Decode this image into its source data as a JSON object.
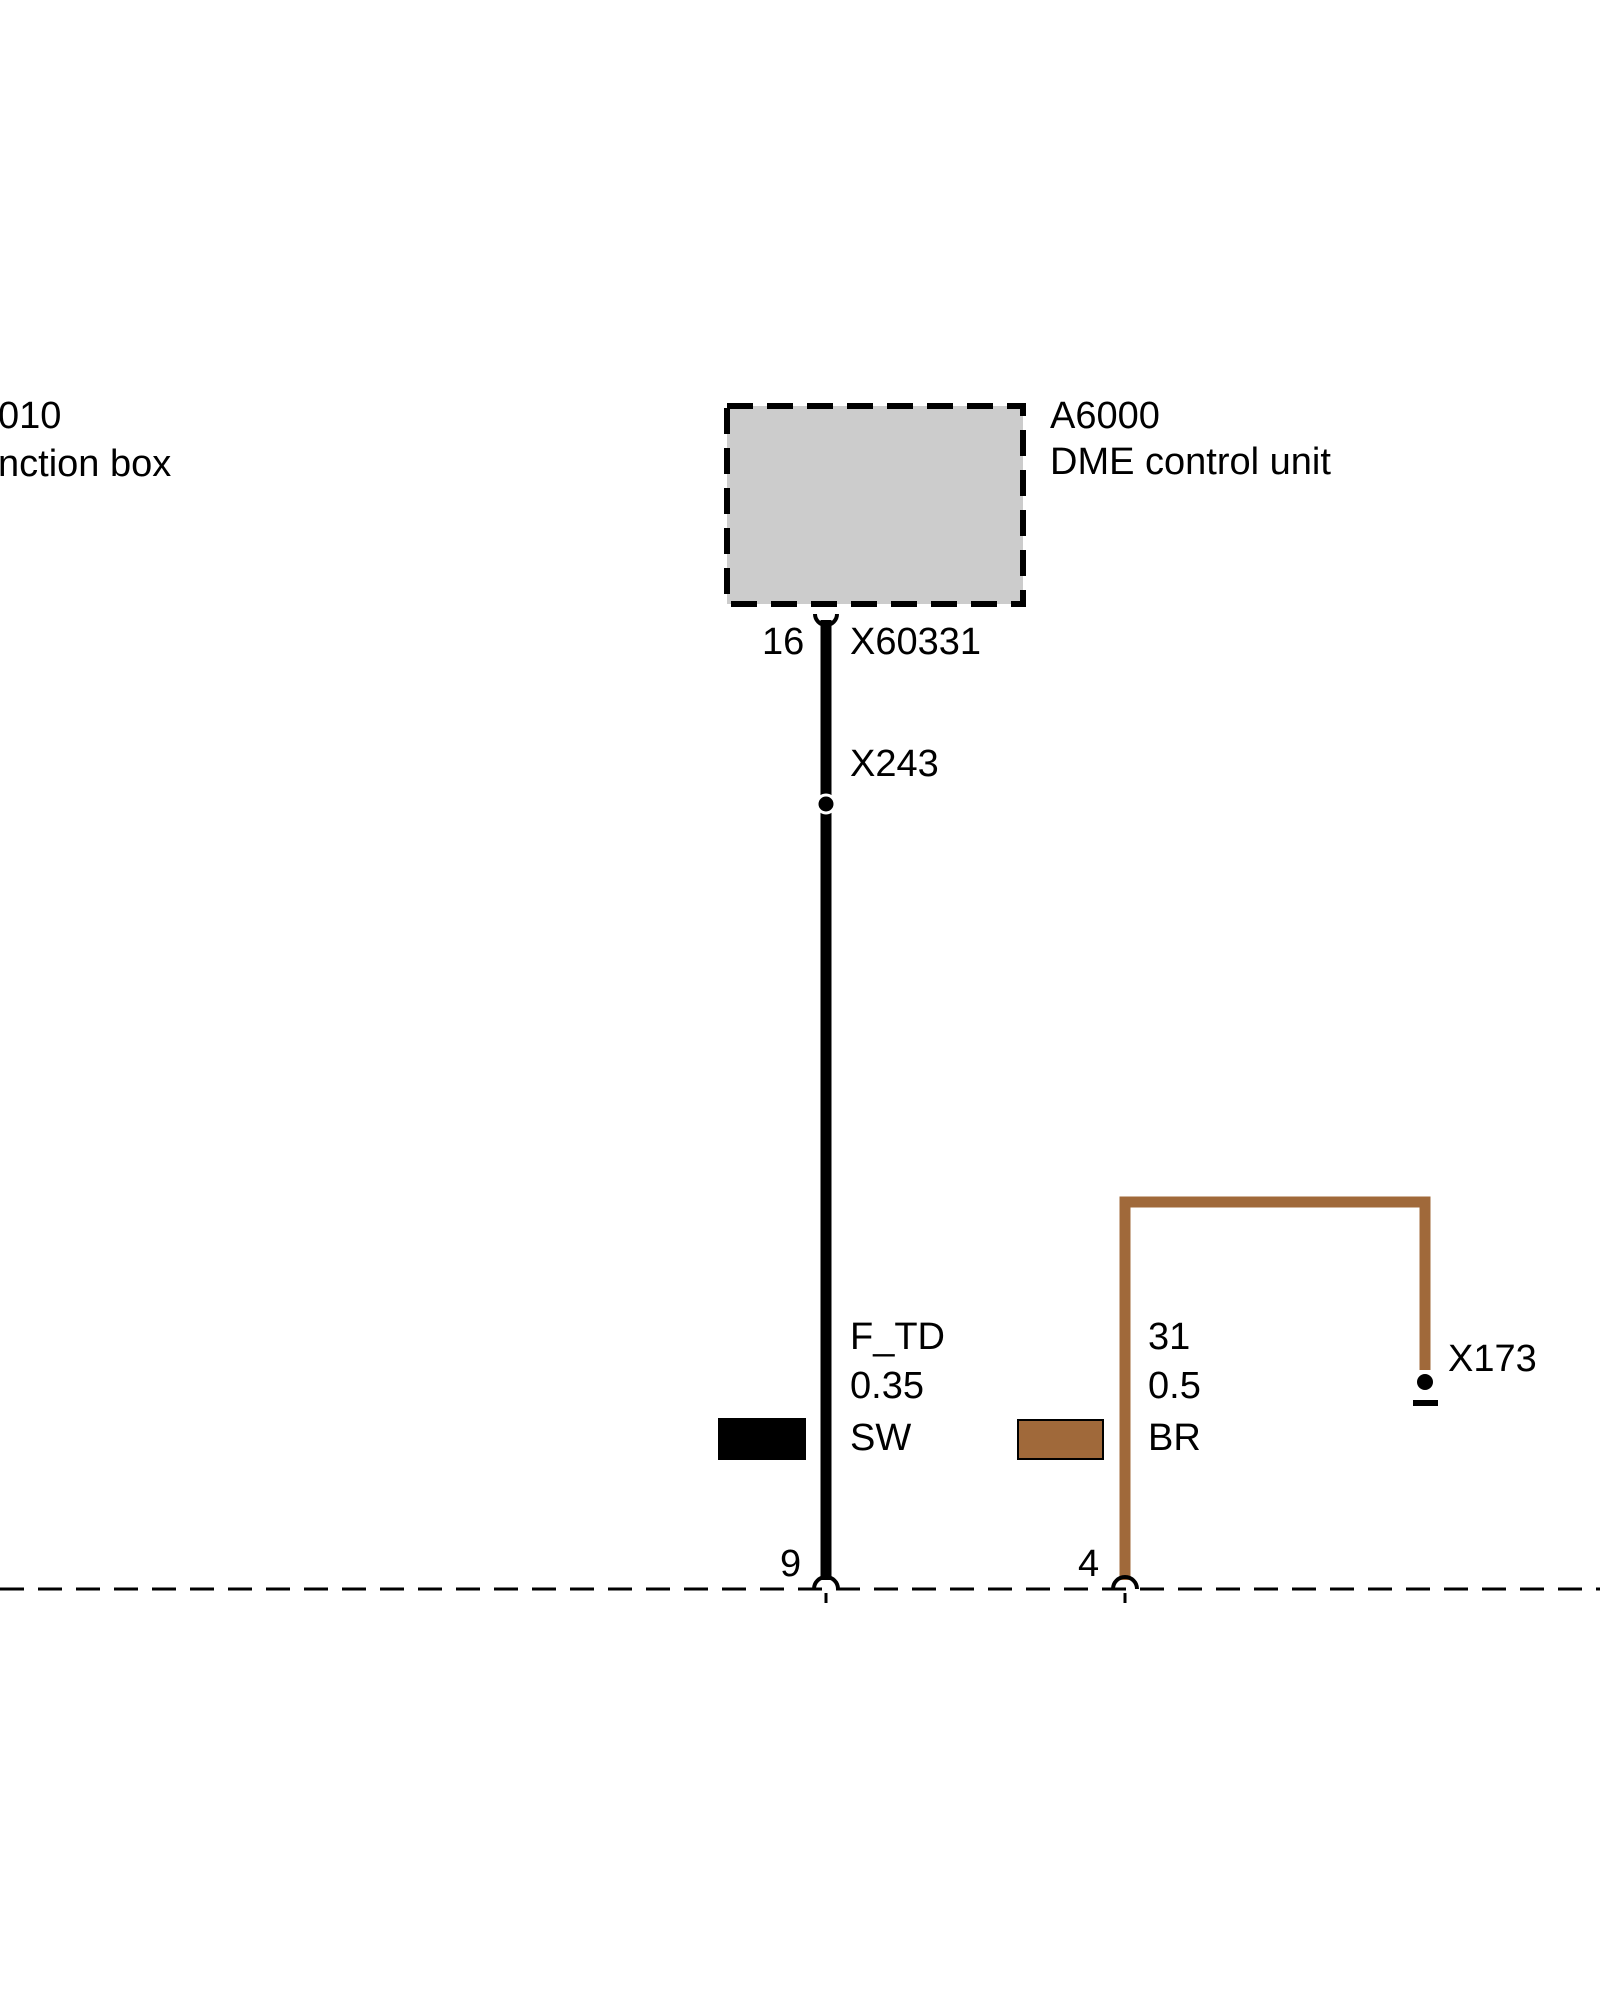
{
  "colors": {
    "background": "#ffffff",
    "wire_black": "#000000",
    "wire_brown": "#a0693a",
    "component_fill": "#cccccc"
  },
  "left_component": {
    "code_fragment": "010",
    "name_fragment": "nction box"
  },
  "dme_unit": {
    "code": "A6000",
    "name": "DME control unit",
    "connector": "X60331",
    "pin": "16"
  },
  "splice_x243": {
    "label": "X243"
  },
  "wire_f_td": {
    "signal": "F_TD",
    "cross_section": "0.35",
    "color_code": "SW",
    "pin": "9"
  },
  "wire_31": {
    "signal": "31",
    "cross_section": "0.5",
    "color_code": "BR",
    "pin": "4"
  },
  "ground_x173": {
    "label": "X173"
  }
}
